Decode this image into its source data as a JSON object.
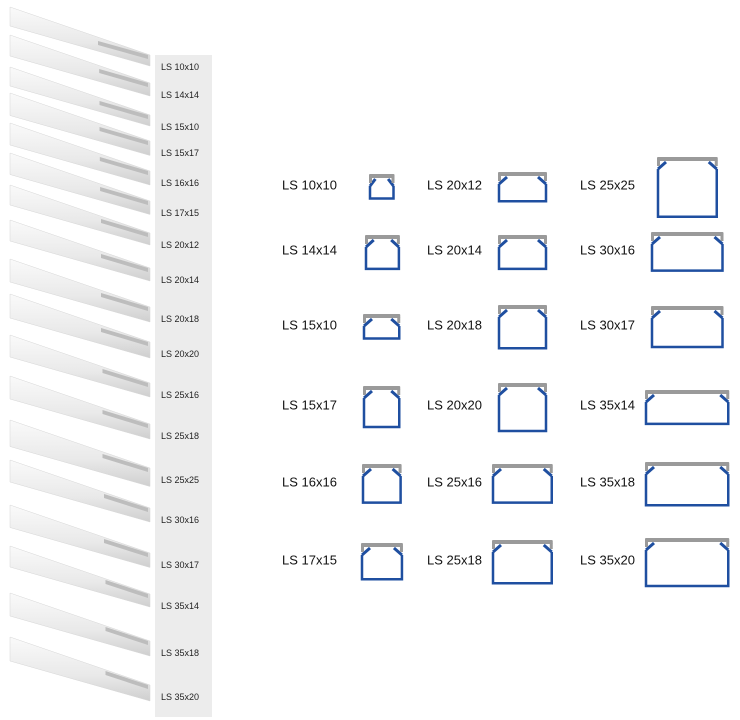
{
  "products": [
    {
      "name": "LS 10x10",
      "w": 10,
      "h": 10
    },
    {
      "name": "LS 14x14",
      "w": 14,
      "h": 14
    },
    {
      "name": "LS 15x10",
      "w": 15,
      "h": 10
    },
    {
      "name": "LS 15x17",
      "w": 15,
      "h": 17
    },
    {
      "name": "LS 16x16",
      "w": 16,
      "h": 16
    },
    {
      "name": "LS 17x15",
      "w": 17,
      "h": 15
    },
    {
      "name": "LS 20x12",
      "w": 20,
      "h": 12
    },
    {
      "name": "LS 20x14",
      "w": 20,
      "h": 14
    },
    {
      "name": "LS 20x18",
      "w": 20,
      "h": 18
    },
    {
      "name": "LS 20x20",
      "w": 20,
      "h": 20
    },
    {
      "name": "LS 25x16",
      "w": 25,
      "h": 16
    },
    {
      "name": "LS 25x18",
      "w": 25,
      "h": 18
    },
    {
      "name": "LS 25x25",
      "w": 25,
      "h": 25
    },
    {
      "name": "LS 30x16",
      "w": 30,
      "h": 16
    },
    {
      "name": "LS 30x17",
      "w": 30,
      "h": 17
    },
    {
      "name": "LS 35x14",
      "w": 35,
      "h": 14
    },
    {
      "name": "LS 35x18",
      "w": 35,
      "h": 18
    },
    {
      "name": "LS 35x20",
      "w": 35,
      "h": 20
    }
  ],
  "colors": {
    "profile_outline": "#1f4fa0",
    "cover": "#9a9a9a",
    "label_column": "#ececec"
  }
}
